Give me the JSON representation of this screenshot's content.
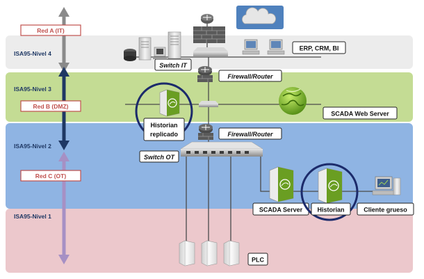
{
  "networks": {
    "red_a": "Red A (IT)",
    "red_b": "Red B (DMZ)",
    "red_c": "Red C (OT)"
  },
  "levels": {
    "nivel4": "ISA95-Nivel 4",
    "nivel3": "ISA95-Nivel 3",
    "nivel2": "ISA95-Nivel 2",
    "nivel1": "ISA95-Nivel 1"
  },
  "devices": {
    "switch_it": "Switch IT",
    "firewall_router_top": "Firewall/Router",
    "firewall_router_mid": "Firewall/Router",
    "switch_ot": "Switch OT",
    "erp_crm_bi": "ERP, CRM, BI",
    "scada_web_server": "SCADA Web Server",
    "historian_replicado_line1": "Historian",
    "historian_replicado_line2": "replicado",
    "scada_server": "SCADA Server",
    "historian": "Historian",
    "cliente_grueso": "Cliente grueso",
    "plc": "PLC"
  },
  "colors": {
    "band_it": "#ececec",
    "band_dmz": "#c4dc94",
    "band_ot": "#8fb4e3",
    "band_field": "#ecc8cc",
    "label_border": "#c0504d",
    "label_text": "#c0504d",
    "level_text": "#1f3864",
    "highlight_circle": "#1c2b6b",
    "device_green": "#7ab02c"
  }
}
